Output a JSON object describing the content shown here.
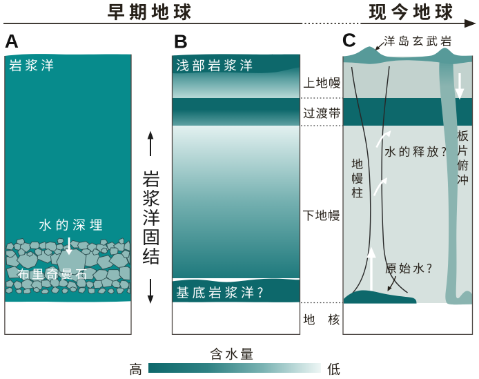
{
  "header": {
    "era_left": "早期地球",
    "era_right": "现今地球"
  },
  "panels": {
    "a": {
      "letter": "A",
      "magma_ocean": "岩浆洋",
      "water_burial": "水的深埋",
      "bridgmanite": "布里奇曼石"
    },
    "b": {
      "letter": "B",
      "shallow_magma_ocean": "浅部岩浆洋",
      "basal_magma_ocean": "基底岩浆洋?"
    },
    "c": {
      "letter": "C",
      "ocean_island_basalt": "洋岛玄武岩",
      "slab_subduction": "板片俯冲",
      "mantle_plume": "地幔柱",
      "water_release": "水的释放?",
      "primordial_water": "原始水?"
    }
  },
  "between_a_b": {
    "solidification": "岩浆洋固结"
  },
  "layer_labels": {
    "upper_mantle": "上地幔",
    "transition_zone": "过渡带",
    "lower_mantle": "下地幔",
    "core": "地　核"
  },
  "legend": {
    "title": "含水量",
    "high": "高",
    "low": "低"
  },
  "colors": {
    "teal_main": "#078b8c",
    "teal_dark": "#0d686b",
    "panel_c_upper": "#c2d2ce",
    "panel_c_lower": "#d6e1de",
    "surface_band": "#579a99",
    "slab": "#8ab4b0",
    "rock_fill": "#8fbab8",
    "rock_stroke": "#2b4d4f",
    "text_dark": "#262019",
    "white": "#ffffff"
  }
}
